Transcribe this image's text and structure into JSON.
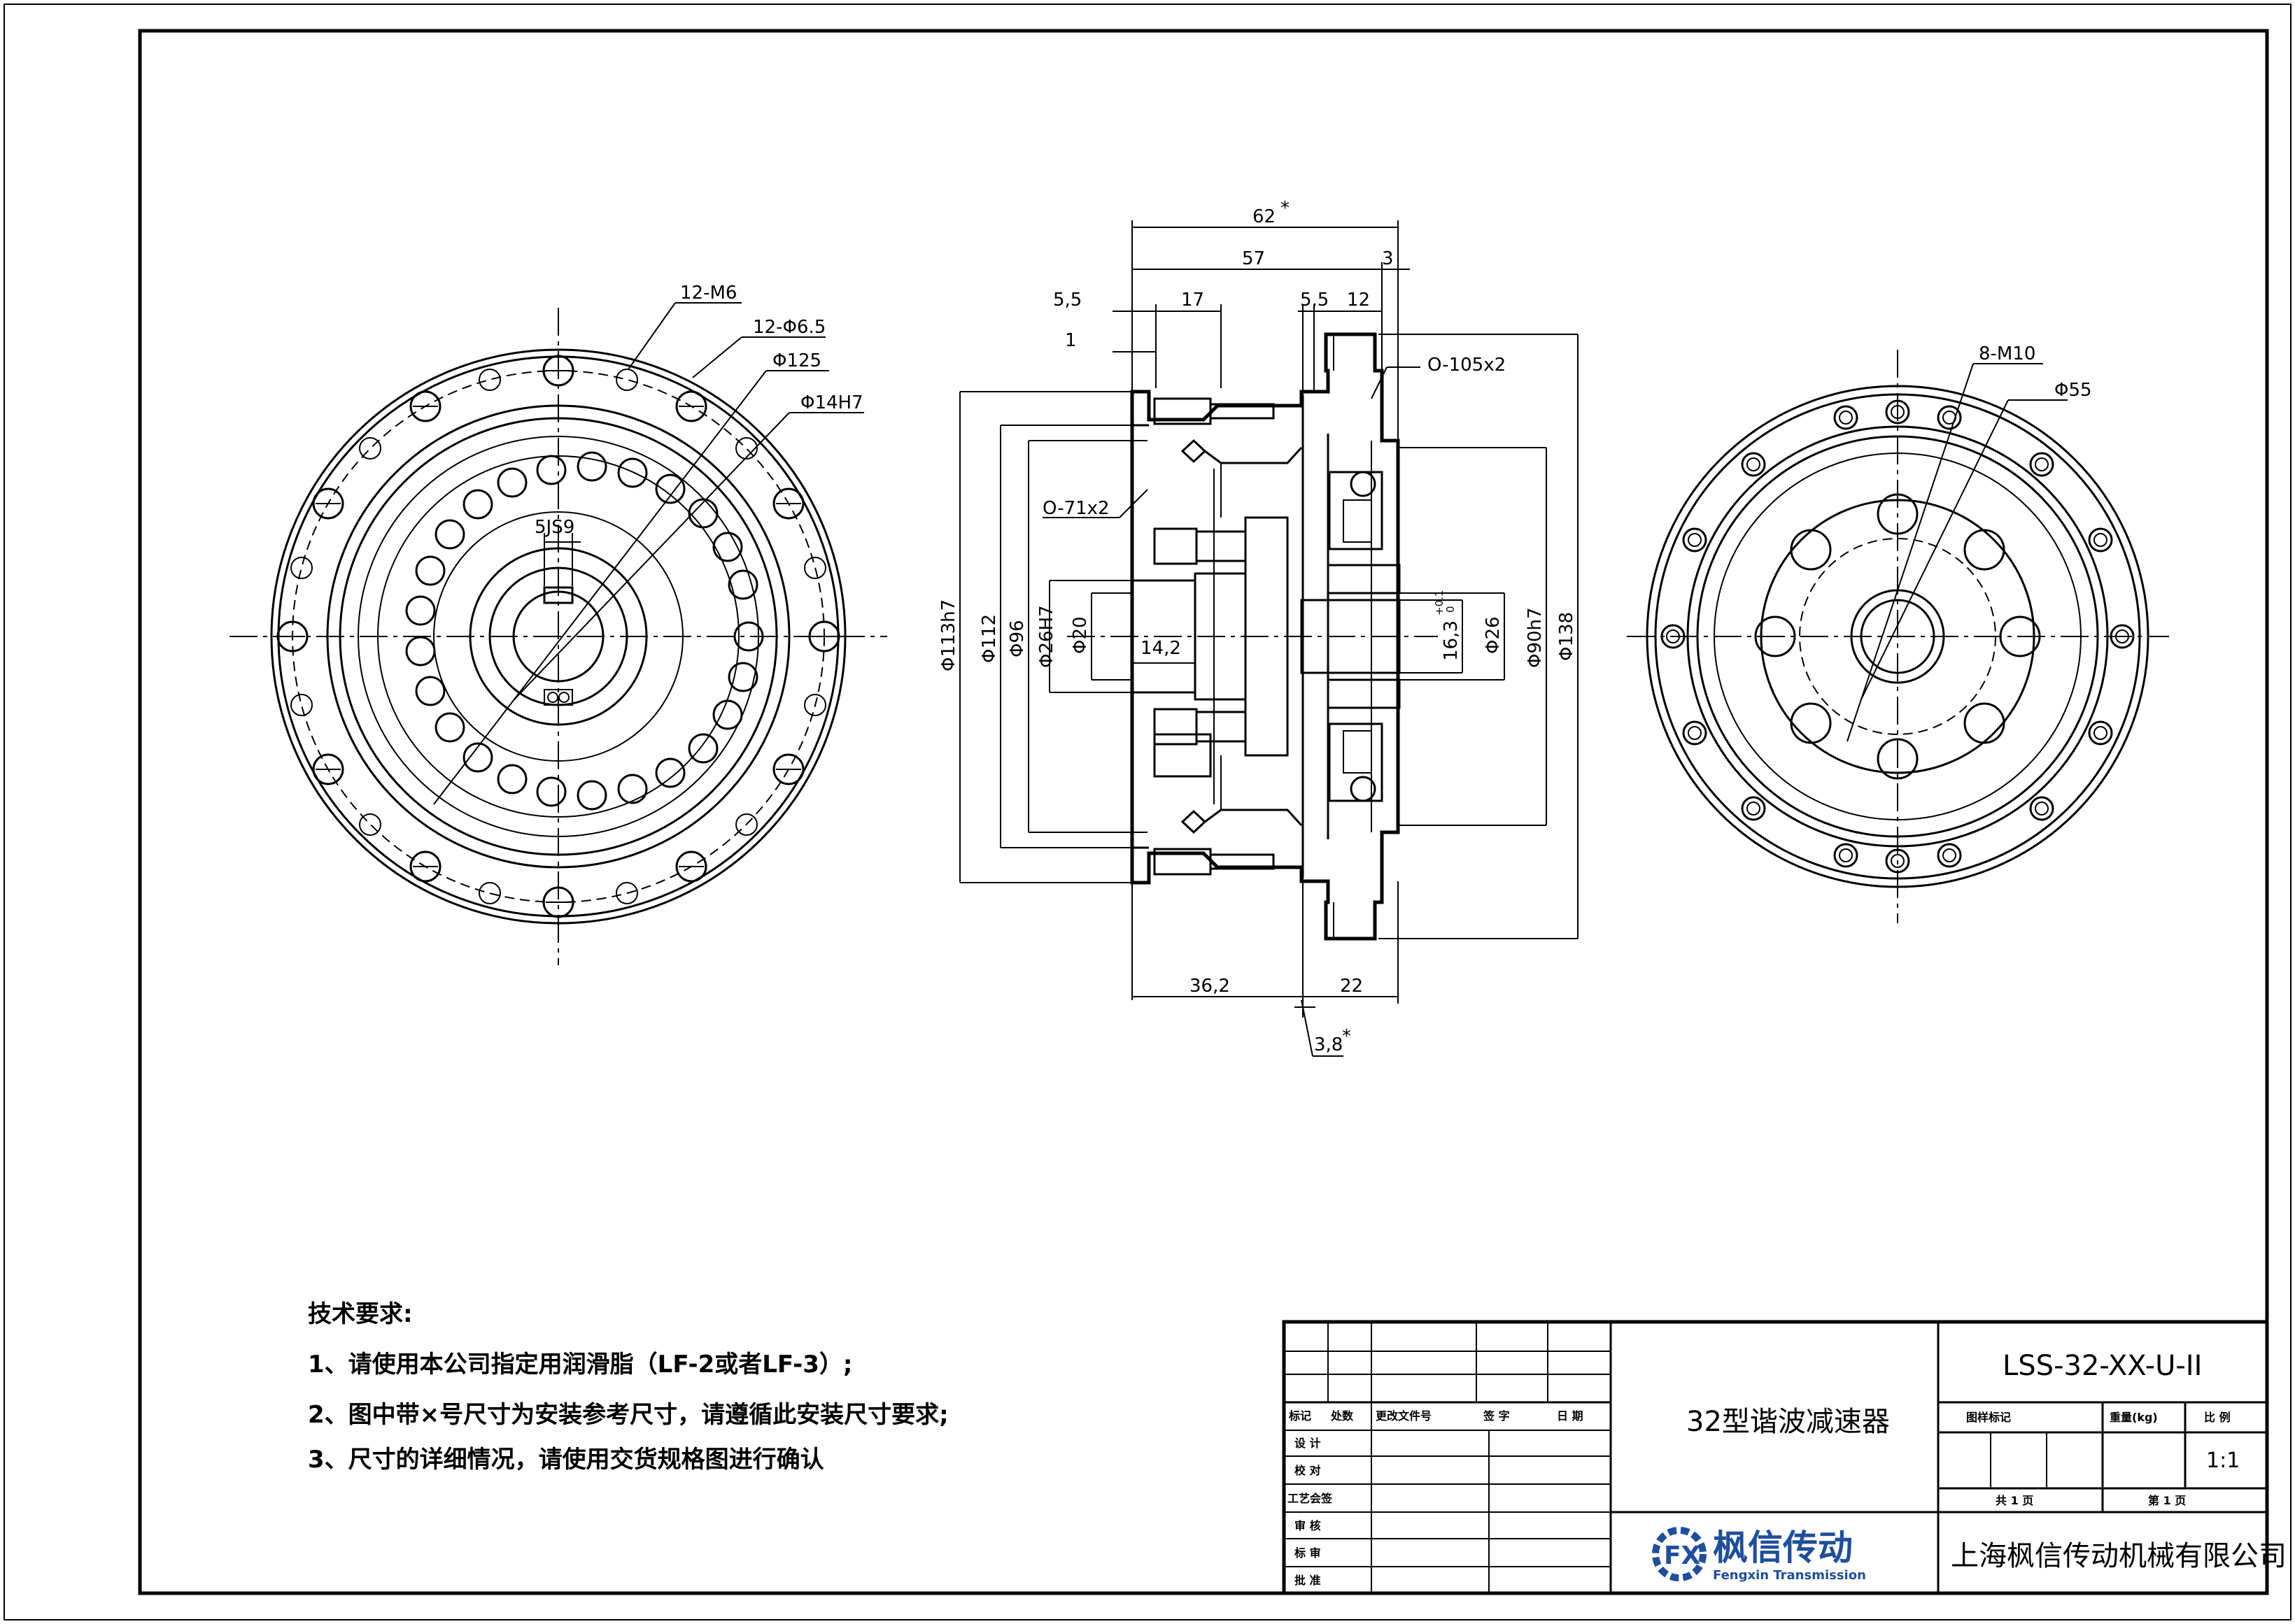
{
  "left_view": {
    "labels": {
      "m6": "12-M6",
      "hole": "12-Φ6.5",
      "pcd": "Φ125",
      "bore": "Φ14H7",
      "key": "5JS9"
    }
  },
  "section_view": {
    "labels": {
      "overall": "62",
      "overall_mark": "*",
      "body": "57",
      "flange3": "3",
      "d55a": "5,5",
      "d17": "17",
      "d55b": "5,5",
      "d12": "12",
      "d1": "1",
      "oring105": "O-105x2",
      "oring71": "O-71x2",
      "d113": "Φ113h7",
      "d112": "Φ112",
      "d96": "Φ96",
      "d26h7": "Φ26H7",
      "d20": "Φ20",
      "d142": "14,2",
      "d163": "16,3",
      "d163tol_up": "+0.1",
      "d163tol_lo": "0",
      "d26": "Φ26",
      "d90": "Φ90h7",
      "d138": "Φ138",
      "d362": "36,2",
      "d22": "22",
      "d38": "3,8",
      "d38_mark": "*"
    }
  },
  "right_view": {
    "labels": {
      "m10": "8-M10",
      "d55": "Φ55"
    }
  },
  "notes": {
    "title": "技术要求:",
    "items": [
      "1、请使用本公司指定用润滑脂（LF-2或者LF-3）;",
      "2、图中带×号尺寸为安装参考尺寸，请遵循此安装尺寸要求;",
      "3、尺寸的详细情况，请使用交货规格图进行确认"
    ]
  },
  "title_block": {
    "drawing_no": "LSS-32-XX-U-II",
    "product_name": "32型谐波减速器",
    "rev_headers": [
      "标记",
      "处数",
      "更改文件号",
      "签  字",
      "日  期"
    ],
    "roles": [
      "设  计",
      "校  对",
      "工艺会签",
      "审  核",
      "标  审",
      "批  准"
    ],
    "meta_headers": [
      "图样标记",
      "重量(kg)",
      "比  例"
    ],
    "scale": "1:1",
    "sheets_total": "共 1 页",
    "sheet_no": "第 1 页",
    "logo_cn": "枫信传动",
    "logo_en": "Fengxin Transmission",
    "logo_mark": "FX",
    "company": "上海枫信传动机械有限公司"
  },
  "colors": {
    "line": "#000000",
    "paper": "#ffffff",
    "logo_blue": "#1f4e9c"
  }
}
